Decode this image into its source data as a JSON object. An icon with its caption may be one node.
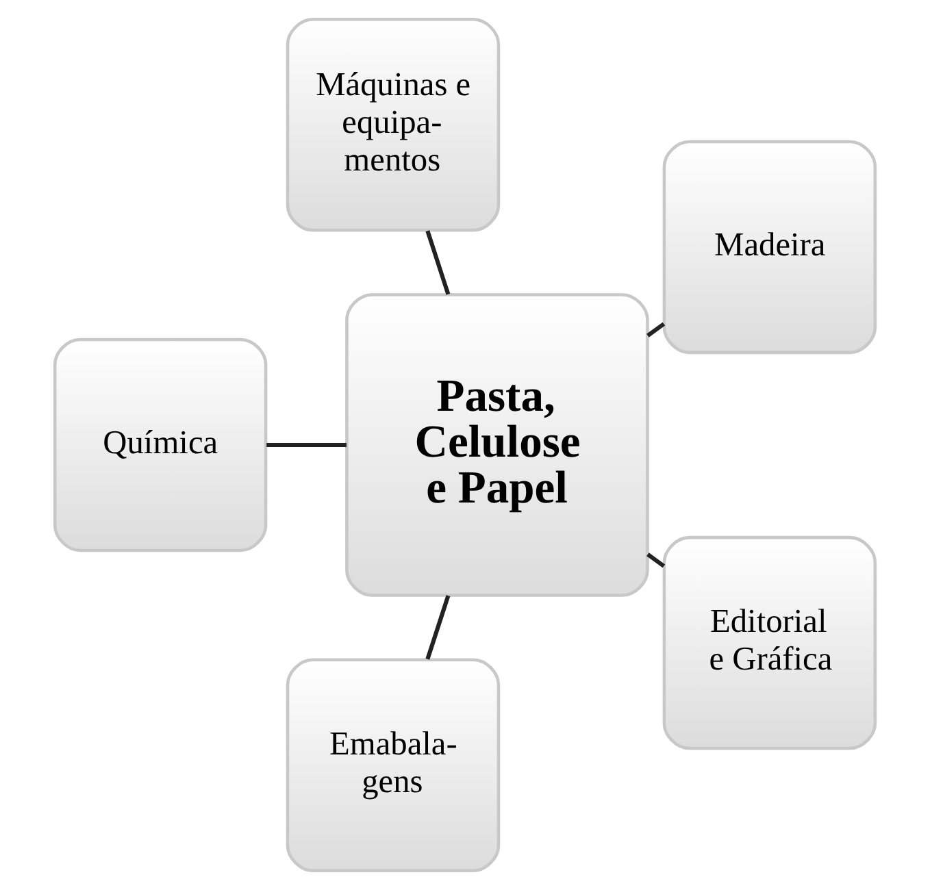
{
  "diagram": {
    "nodes": [
      {
        "text": [
          "Madeira"
        ]
      },
      {
        "text": [
          "Máquinas e equipa- mentos"
        ]
      },
      {
        "text": [
          "Pasta, Celulose e Papel"
        ]
      },
      {
        "text": [
          "Química"
        ]
      },
      {
        "text": [
          "Emabala- gens"
        ]
      },
      {
        "text": [
          "Editorial e Gráfica"
        ]
      }
    ],
    "edges": [
      {
        "from": 2,
        "to": 0,
        "arrow": "none"
      },
      {
        "from": 2,
        "to": 1,
        "arrow": "none"
      },
      {
        "from": 2,
        "to": 3,
        "arrow": "none"
      },
      {
        "from": 2,
        "to": 4,
        "arrow": "none"
      },
      {
        "from": 2,
        "to": 5,
        "arrow": "none"
      }
    ]
  }
}
